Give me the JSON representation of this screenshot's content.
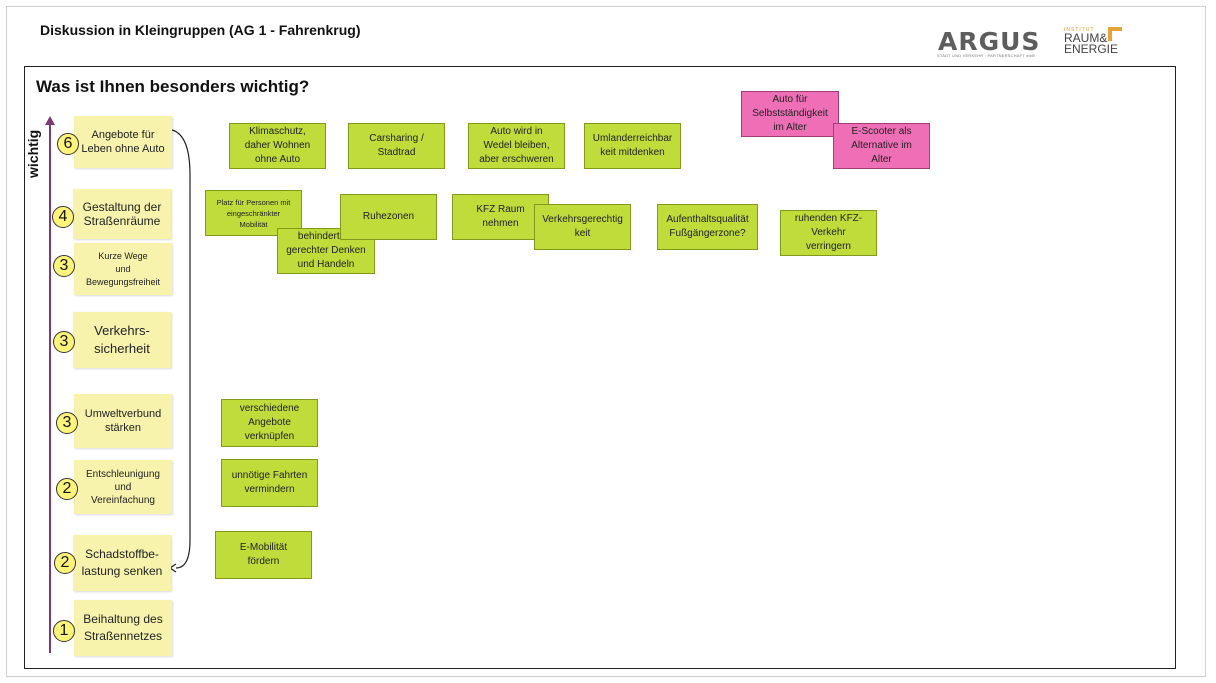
{
  "header": {
    "title": "Diskussion in Kleingruppen (AG 1 - Fahrenkrug)",
    "logo_argus": "ARGUS",
    "logo_argus_sub": "STADT UND VERKEHR · PARTNERSCHAFT mbB",
    "logo_re_small": "INSTITUT",
    "logo_re_line1": "RAUM&",
    "logo_re_line2": "ENERGIE"
  },
  "board": {
    "question": "Was ist Ihnen besonders wichtig?",
    "axis_label": "wichtig"
  },
  "ranked_notes": [
    {
      "rank": "6",
      "text": "Angebote für\nLeben ohne Auto"
    },
    {
      "rank": "4",
      "text": "Gestaltung der\nStraßenräume"
    },
    {
      "rank": "3",
      "text": "Kurze Wege\nund\nBewegungsfreiheit"
    },
    {
      "rank": "3",
      "text": "Verkehrs-\nsicherheit"
    },
    {
      "rank": "3",
      "text": "Umweltverbund\nstärken"
    },
    {
      "rank": "2",
      "text": "Entschleunigung\nund\nVereinfachung"
    },
    {
      "rank": "2",
      "text": "Schadstoffbe-\nlastung senken"
    },
    {
      "rank": "1",
      "text": "Beihaltung des\nStraßennetzes"
    }
  ],
  "idea_notes": [
    {
      "text": "Klimaschutz,\ndaher Wohnen\nohne Auto",
      "color": "#bfdc3a"
    },
    {
      "text": "Carsharing /\nStadtrad",
      "color": "#bfdc3a"
    },
    {
      "text": "Auto wird in\nWedel bleiben,\naber erschweren",
      "color": "#bfdc3a"
    },
    {
      "text": "Umlanderreichbar\nkeit mitdenken",
      "color": "#bfdc3a"
    },
    {
      "text": "Auto für\nSelbstständigkeit\nim Alter",
      "color": "#ee6fb6"
    },
    {
      "text": "E-Scooter als\nAlternative im\nAlter",
      "color": "#ee6fb6"
    },
    {
      "text": "Platz für Personen mit\neingeschränkter\nMobilität",
      "color": "#bfdc3a"
    },
    {
      "text": "behinderten-\ngerechter Denken\nund Handeln",
      "color": "#bfdc3a"
    },
    {
      "text": "Ruhezonen",
      "color": "#bfdc3a"
    },
    {
      "text": "KFZ Raum\nnehmen",
      "color": "#bfdc3a"
    },
    {
      "text": "Verkehrsgerechtig\nkeit",
      "color": "#bfdc3a"
    },
    {
      "text": "Aufenthaltsqualität\nFußgängerzone?",
      "color": "#bfdc3a"
    },
    {
      "text": "ruhenden KFZ-\nVerkehr\nverringern",
      "color": "#bfdc3a"
    },
    {
      "text": "verschiedene\nAngebote\nverknüpfen",
      "color": "#bfdc3a"
    },
    {
      "text": "unnötige Fahrten\nvermindern",
      "color": "#bfdc3a"
    },
    {
      "text": "E-Mobilität\nfördern",
      "color": "#bfdc3a"
    }
  ]
}
